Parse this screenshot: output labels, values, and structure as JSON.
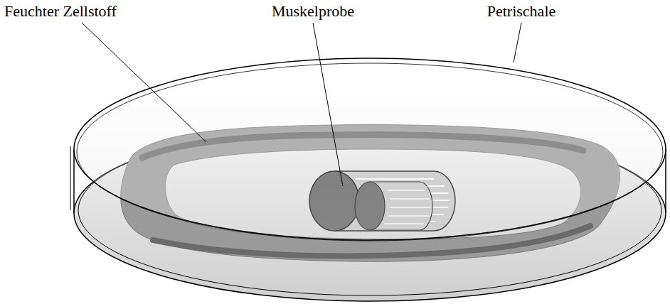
{
  "diagram": {
    "labels": [
      "Feuchter Zellstoff",
      "Muskelprobe",
      "Petrischale"
    ]
  }
}
